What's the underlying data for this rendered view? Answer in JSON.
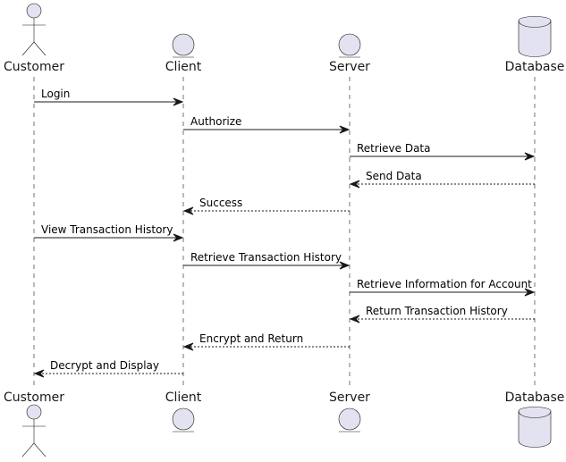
{
  "colors": {
    "fill": "#E2E2F0",
    "stroke": "#181818",
    "lifeline": "#181818",
    "arrow": "#181818",
    "text": "#000000",
    "background": "#FFFFFF"
  },
  "participants": [
    {
      "id": "customer",
      "label": "Customer",
      "shape": "actor"
    },
    {
      "id": "client",
      "label": "Client",
      "shape": "entity"
    },
    {
      "id": "server",
      "label": "Server",
      "shape": "entity"
    },
    {
      "id": "database",
      "label": "Database",
      "shape": "database"
    }
  ],
  "messages": [
    {
      "from": "customer",
      "to": "client",
      "label": "Login",
      "style": "solid"
    },
    {
      "from": "client",
      "to": "server",
      "label": "Authorize",
      "style": "solid"
    },
    {
      "from": "server",
      "to": "database",
      "label": "Retrieve Data",
      "style": "solid"
    },
    {
      "from": "database",
      "to": "server",
      "label": "Send Data",
      "style": "dashed"
    },
    {
      "from": "server",
      "to": "client",
      "label": "Success",
      "style": "dashed"
    },
    {
      "from": "customer",
      "to": "client",
      "label": "View Transaction History",
      "style": "solid"
    },
    {
      "from": "client",
      "to": "server",
      "label": "Retrieve Transaction History",
      "style": "solid"
    },
    {
      "from": "server",
      "to": "database",
      "label": "Retrieve Information for Account",
      "style": "solid"
    },
    {
      "from": "database",
      "to": "server",
      "label": "Return Transaction History",
      "style": "dashed"
    },
    {
      "from": "server",
      "to": "client",
      "label": "Encrypt and Return",
      "style": "dashed"
    },
    {
      "from": "client",
      "to": "customer",
      "label": "Decrypt and Display",
      "style": "dashed"
    }
  ]
}
